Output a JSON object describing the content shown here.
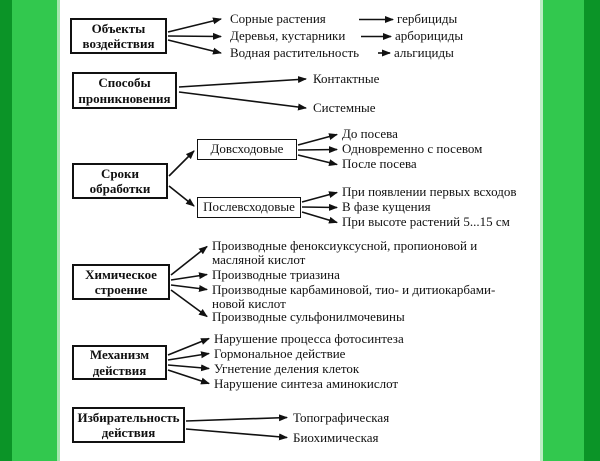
{
  "palette": {
    "border_dark_green": "#0b9427",
    "border_light_green": "#32c84e",
    "paper": "#ffffff",
    "ink": "#111111"
  },
  "sections": [
    {
      "box": "Объекты воздействия",
      "items": [
        "Сорные растения",
        "Деревья, кустарники",
        "Водная растительность"
      ],
      "results": [
        "гербициды",
        "арборициды",
        "альгициды"
      ]
    },
    {
      "box": "Способы проникновения",
      "items": [
        "Контактные",
        "Системные"
      ]
    },
    {
      "box": "Сроки обработки",
      "subboxes": [
        {
          "label": "Довсходовые",
          "items": [
            "До посева",
            "Одновременно с посевом",
            "После посева"
          ]
        },
        {
          "label": "Послевсходовые",
          "items": [
            "При появлении первых всходов",
            "В фазе кущения",
            "При высоте растений 5...15 см"
          ]
        }
      ]
    },
    {
      "box": "Химическое строение",
      "items": [
        "Производные феноксиуксусной, пропионовой и\nмасляной кислот",
        "Производные триазина",
        "Производные карбаминовой,  тио- и дитиокарбами-\nновой кислот",
        "Производные сульфонилмочевины"
      ]
    },
    {
      "box": "Механизм действия",
      "items": [
        "Нарушение процесса фотосинтеза",
        "Гормональное действие",
        "Угнетение деления клеток",
        "Нарушение синтеза аминокислот"
      ]
    },
    {
      "box": "Избирательность действия",
      "items": [
        "Топографическая",
        "Биохимическая"
      ]
    }
  ]
}
